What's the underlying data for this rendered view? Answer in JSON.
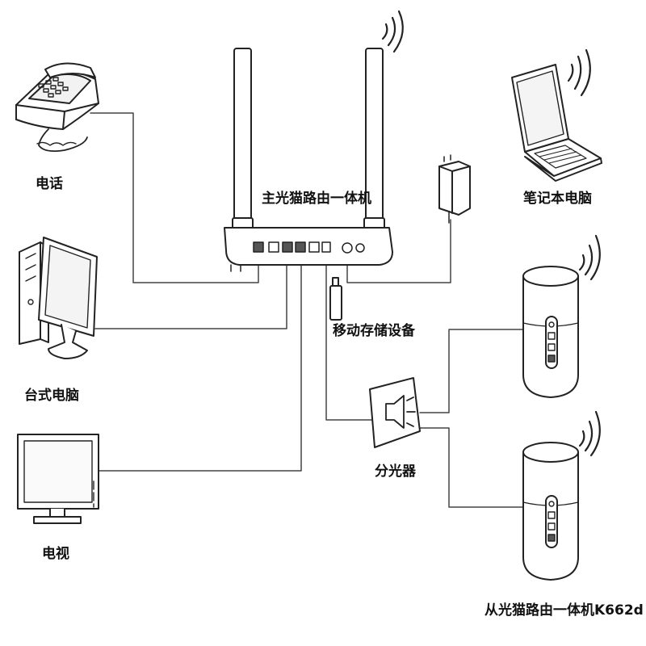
{
  "labels": {
    "phone": "电话",
    "main_router": "主光猫路由一体机",
    "laptop": "笔记本电脑",
    "desktop": "台式电脑",
    "storage": "移动存储设备",
    "splitter": "分光器",
    "tv": "电视",
    "sub_router": "从光猫路由一体机K662d"
  }
}
